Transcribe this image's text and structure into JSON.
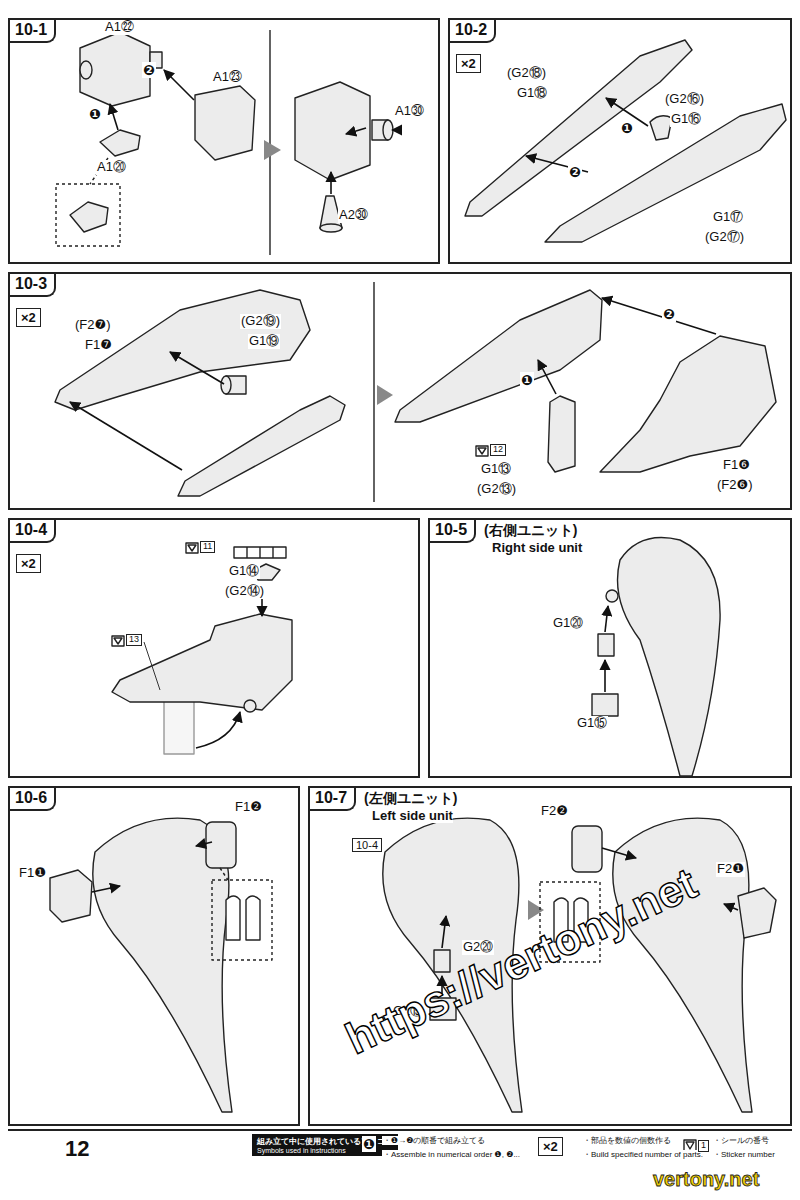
{
  "diagram": {
    "nodes": [
      {
        "text": [
          "10-1"
        ]
      },
      {
        "text": [
          "10-2"
        ]
      },
      {
        "text": [
          "×2"
        ],
        "in": 1
      },
      {
        "text": [
          "10-3"
        ]
      },
      {
        "text": [
          "×2"
        ],
        "in": 3
      },
      {
        "text": [
          "10-4"
        ]
      },
      {
        "text": [
          "×2"
        ],
        "in": 5
      },
      {
        "text": [
          "10-5",
          "(右側ユニット)",
          "Right side unit"
        ]
      },
      {
        "text": [
          "10-6"
        ]
      },
      {
        "text": [
          "10-7",
          "(左側ユニット)",
          "Left side unit"
        ]
      },
      {
        "text": [
          "10-4"
        ],
        "in": 9
      },
      {
        "text": [
          "組み立て中に使用されているアイコン",
          "Symbols used in instructions"
        ]
      },
      {
        "text": [
          "×2"
        ]
      }
    ],
    "labels": [
      "A1㉒",
      "❷",
      "A1㉓",
      "❶",
      "A1⑳",
      "A1㉚",
      "A2㉚",
      "(G2⑱)",
      "G1⑱",
      "(G2⑯)",
      "G1⑯",
      "❶",
      "❷",
      "G1⑰",
      "(G2⑰)",
      "(F2❼)",
      "F1❼",
      "(G2⑲)",
      "G1⑲",
      "❷",
      "❶",
      "12",
      "G1⑬",
      "(G2⑬)",
      "F1❻",
      "(F2❻)",
      "11",
      "G1⑭",
      "(G2⑭)",
      "13",
      "G1⑳",
      "G1⑮",
      "F1❷",
      "F1❶",
      "G2⑳",
      "G1⑮",
      "F2❷",
      "F2❶",
      "https://vertony.net",
      "vertony.net",
      "12",
      "❶",
      "・❶→❷の順番で組み立てる",
      "・Assemble in numerical order ❶, ❷...",
      "・部品を数値の個数作る",
      "・Build specified number of parts.",
      "1",
      "・シールの番号",
      "・Sticker number"
    ]
  }
}
